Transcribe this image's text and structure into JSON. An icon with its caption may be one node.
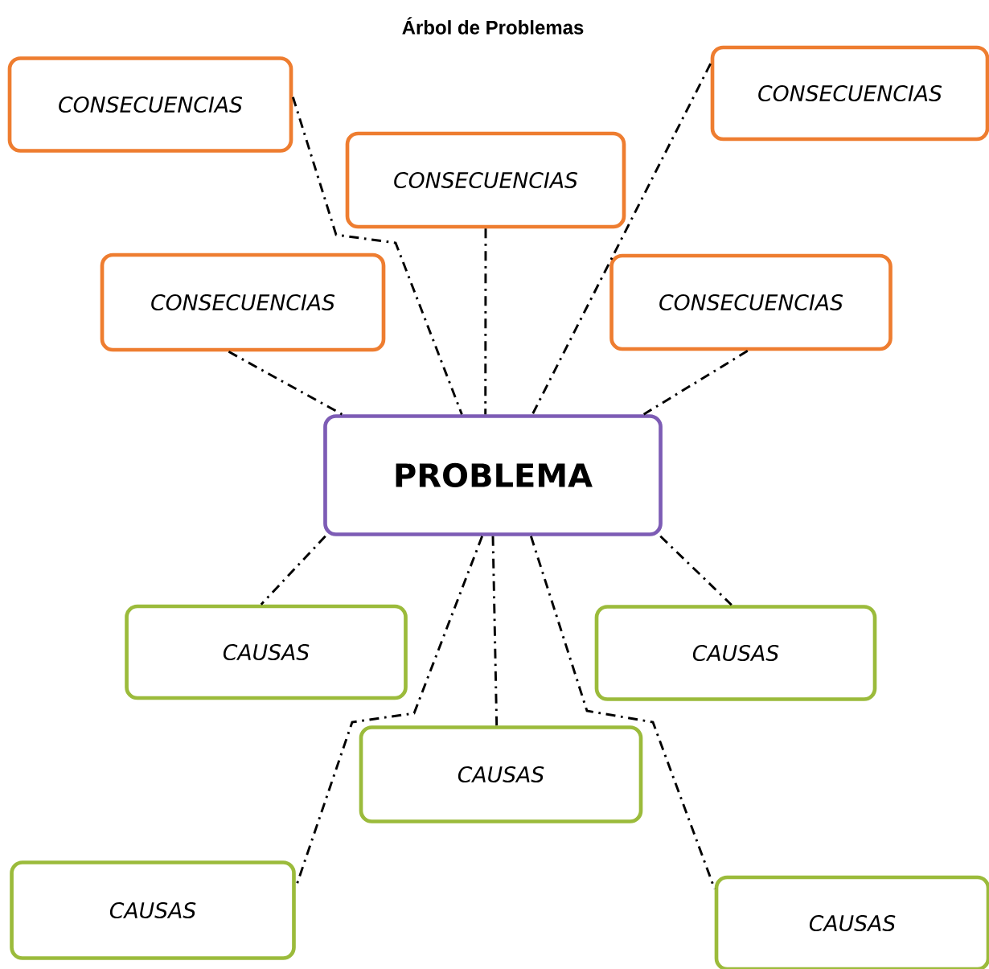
{
  "diagram": {
    "title": "Árbol de Problemas",
    "nodes": [
      {
        "text": [
          "PROBLEMA"
        ]
      },
      {
        "text": [
          "CONSECUENCIAS"
        ]
      },
      {
        "text": [
          "CONSECUENCIAS"
        ]
      },
      {
        "text": [
          "CONSECUENCIAS"
        ]
      },
      {
        "text": [
          "CONSECUENCIAS"
        ]
      },
      {
        "text": [
          "CONSECUENCIAS"
        ]
      },
      {
        "text": [
          "CAUSAS"
        ]
      },
      {
        "text": [
          "CAUSAS"
        ]
      },
      {
        "text": [
          "CAUSAS"
        ]
      },
      {
        "text": [
          "CAUSAS"
        ]
      },
      {
        "text": [
          "CAUSAS"
        ]
      }
    ],
    "edges": [
      {
        "from": 1,
        "to": 0,
        "arrow": "none"
      },
      {
        "from": 2,
        "to": 0,
        "arrow": "none"
      },
      {
        "from": 3,
        "to": 0,
        "arrow": "none"
      },
      {
        "from": 4,
        "to": 0,
        "arrow": "none"
      },
      {
        "from": 5,
        "to": 0,
        "arrow": "none"
      },
      {
        "from": 0,
        "to": 6,
        "arrow": "none"
      },
      {
        "from": 0,
        "to": 9,
        "arrow": "none"
      },
      {
        "from": 0,
        "to": 8,
        "arrow": "none"
      },
      {
        "from": 0,
        "to": 10,
        "arrow": "none"
      },
      {
        "from": 0,
        "to": 7,
        "arrow": "none"
      }
    ]
  }
}
